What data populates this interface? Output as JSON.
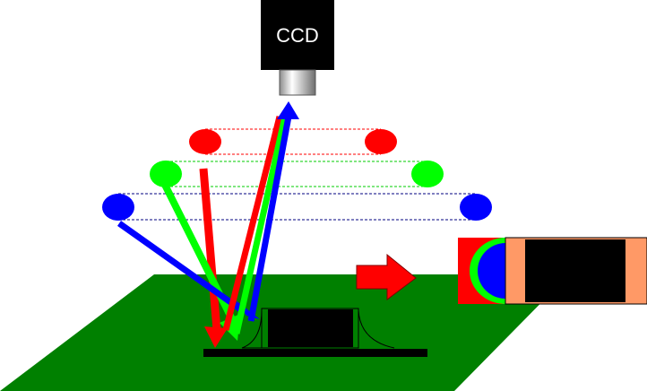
{
  "camera": {
    "label": "CCD"
  },
  "light_rings": [
    {
      "color_name": "red",
      "color": "#ff0000",
      "line_color": "#ff0000"
    },
    {
      "color_name": "green",
      "color": "#00ff00",
      "line_color": "#00cc00"
    },
    {
      "color_name": "blue",
      "color": "#0000ff",
      "line_color": "#000080"
    }
  ],
  "colors": {
    "board": "#008000",
    "component_body": "#000000",
    "pad": "#000000",
    "solder_end": "#ff9966",
    "camera_body": "#000000",
    "process_arrow": "#ff0000"
  },
  "icons": {
    "process_arrow": "right-arrow-icon",
    "camera": "ccd-camera-icon"
  }
}
